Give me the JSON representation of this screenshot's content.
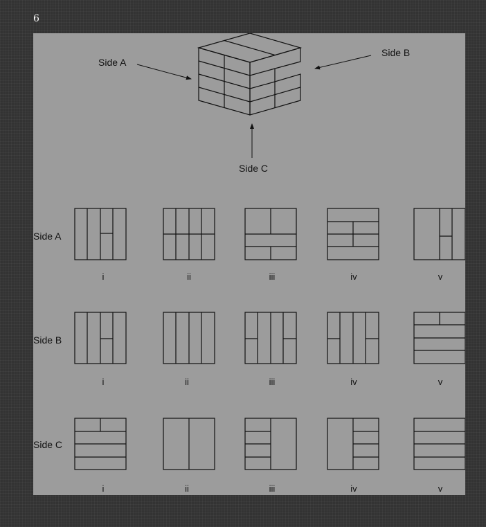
{
  "page_number": "6",
  "cube": {
    "side_a_label": "Side A",
    "side_b_label": "Side B",
    "side_c_label": "Side C"
  },
  "rows": [
    {
      "label": "Side A",
      "options": [
        "i",
        "ii",
        "iii",
        "iv",
        "v"
      ]
    },
    {
      "label": "Side B",
      "options": [
        "i",
        "ii",
        "iii",
        "iv",
        "v"
      ]
    },
    {
      "label": "Side C",
      "options": [
        "i",
        "ii",
        "iii",
        "iv",
        "v"
      ]
    }
  ]
}
